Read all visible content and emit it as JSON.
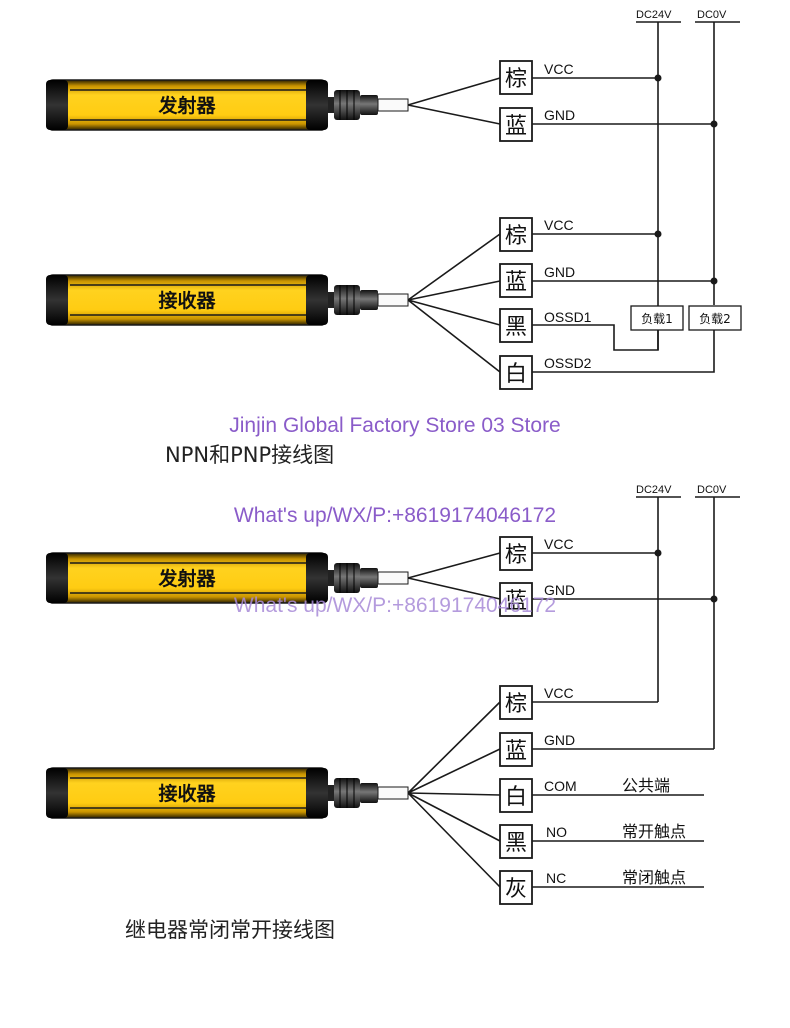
{
  "rails": {
    "v24": "DC24V",
    "v0": "DC0V"
  },
  "devices": {
    "emitter": "发射器",
    "receiver": "接收器"
  },
  "colors_cn": {
    "brown": "棕",
    "blue": "蓝",
    "black": "黑",
    "white": "白",
    "gray": "灰"
  },
  "signals": {
    "vcc": "VCC",
    "gnd": "GND",
    "ossd1": "OSSD1",
    "ossd2": "OSSD2",
    "com": "COM",
    "no": "NO",
    "nc": "NC"
  },
  "loads": {
    "load1": "负载1",
    "load2": "负载2"
  },
  "contacts": {
    "common": "公共端",
    "normally_open": "常开触点",
    "normally_closed": "常闭触点"
  },
  "captions": {
    "npn_pnp": "NPN和PNP接线图",
    "relay": "继电器常闭常开接线图"
  },
  "watermarks": {
    "store": "Jinjin Global Factory Store 03 Store",
    "contact1": "What's up/WX/P:+8619174046172",
    "contact2": "What's up/WX/P:+8619174046172"
  },
  "palette": {
    "housing": "#f5c518",
    "housing_edge": "#1a1a1a",
    "watermark": "#8a5cc9"
  }
}
